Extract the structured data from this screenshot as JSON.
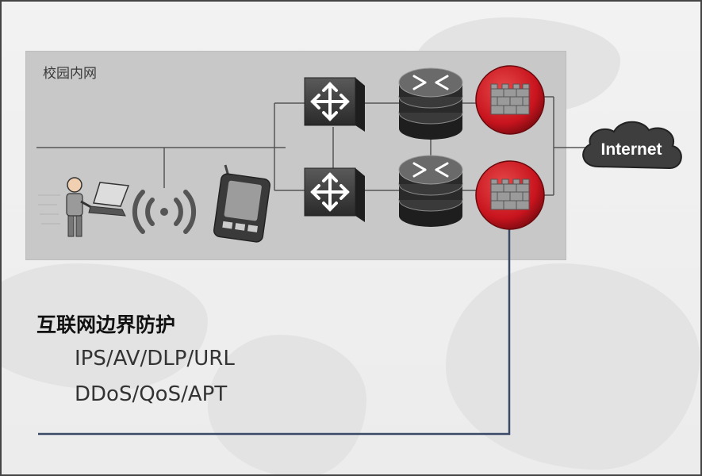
{
  "diagram": {
    "campus_label": "校园内网",
    "internet_label": "Internet",
    "title": "互联网边界防护",
    "features": [
      "IPS/AV/DLP/URL",
      "DDoS/QoS/APT"
    ]
  },
  "colors": {
    "firewall_red": "#c8141e",
    "device_dark": "#2e2e2e",
    "link_blue": "#3a4a66",
    "campus_bg": "#c8c8c8"
  },
  "icons": [
    "person-laptop-icon",
    "wireless-signal-icon",
    "pda-icon",
    "switch-icon",
    "router-icon",
    "firewall-icon",
    "cloud-icon"
  ]
}
